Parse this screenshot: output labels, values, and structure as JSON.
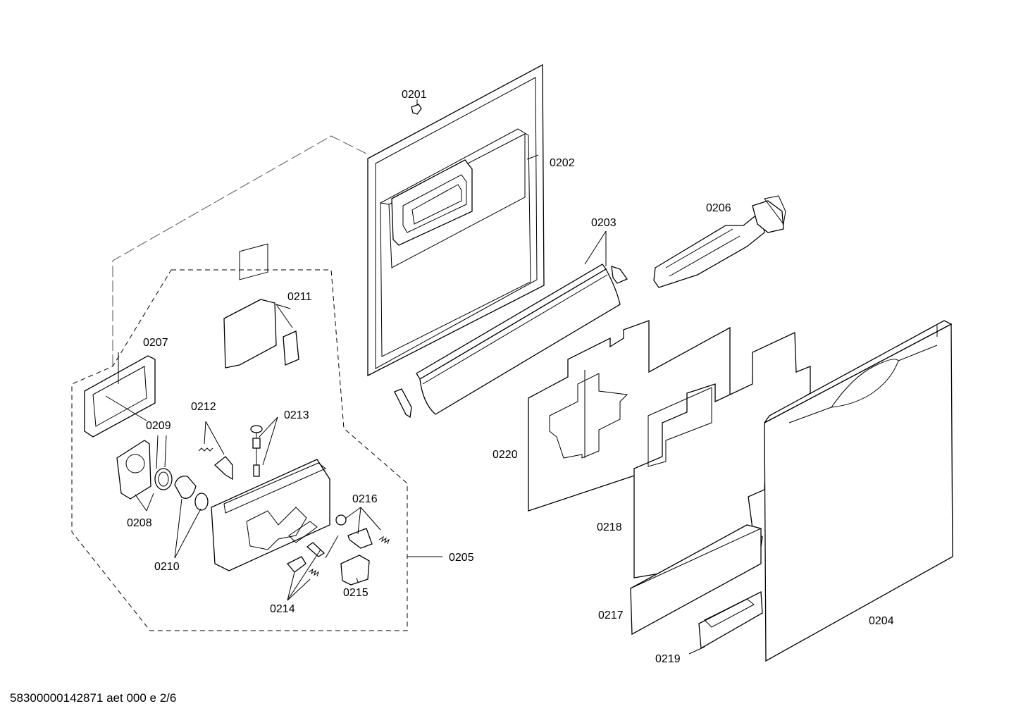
{
  "labels": {
    "p0201": "0201",
    "p0202": "0202",
    "p0203": "0203",
    "p0204": "0204",
    "p0205": "0205",
    "p0206": "0206",
    "p0207": "0207",
    "p0208": "0208",
    "p0209": "0209",
    "p0210": "0210",
    "p0211": "0211",
    "p0212": "0212",
    "p0213": "0213",
    "p0214": "0214",
    "p0215": "0215",
    "p0216": "0216",
    "p0217": "0217",
    "p0218": "0218",
    "p0219": "0219",
    "p0220": "0220"
  },
  "footer": "58300000142871 aet 000 e 2/6"
}
